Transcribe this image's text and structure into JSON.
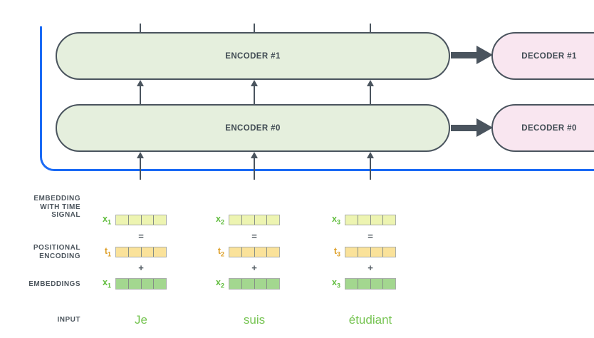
{
  "encoder_stack": {
    "encoders": [
      {
        "label": "ENCODER #1"
      },
      {
        "label": "ENCODER #0"
      }
    ]
  },
  "decoder_stack": {
    "decoders": [
      {
        "label": "DECODER #1"
      },
      {
        "label": "DECODER #0"
      }
    ]
  },
  "row_labels": {
    "embedding_time": {
      "lines": [
        "EMBEDDING",
        "WITH TIME",
        "SIGNAL"
      ]
    },
    "positional": {
      "lines": [
        "POSITIONAL",
        "ENCODING"
      ]
    },
    "embeddings": {
      "label": "EMBEDDINGS"
    },
    "input": {
      "label": "INPUT"
    }
  },
  "operators": {
    "equals": "=",
    "plus": "+"
  },
  "columns": [
    {
      "x_var": "x",
      "t_var": "t",
      "sub": "1",
      "word": "Je"
    },
    {
      "x_var": "x",
      "t_var": "t",
      "sub": "2",
      "word": "suis"
    },
    {
      "x_var": "x",
      "t_var": "t",
      "sub": "3",
      "word": "étudiant"
    }
  ],
  "vector_cells_per_vector": 4,
  "colors": {
    "encoder_fill": "#e5efdd",
    "decoder_fill": "#f9e6f0",
    "box_border": "#4a545e",
    "box_text": "#3f4a52",
    "bracket_blue": "#1a6af5",
    "embedding_time_signal_fill": "#edf4b1",
    "positional_encoding_fill": "#fae29a",
    "embeddings_fill": "#a3d78f",
    "x_label_green": "#62bd3f",
    "t_label_amber": "#dd9f27",
    "input_word_green": "#76c452",
    "side_label_gray": "#4d565e",
    "arrow_gray": "#4a545e"
  }
}
